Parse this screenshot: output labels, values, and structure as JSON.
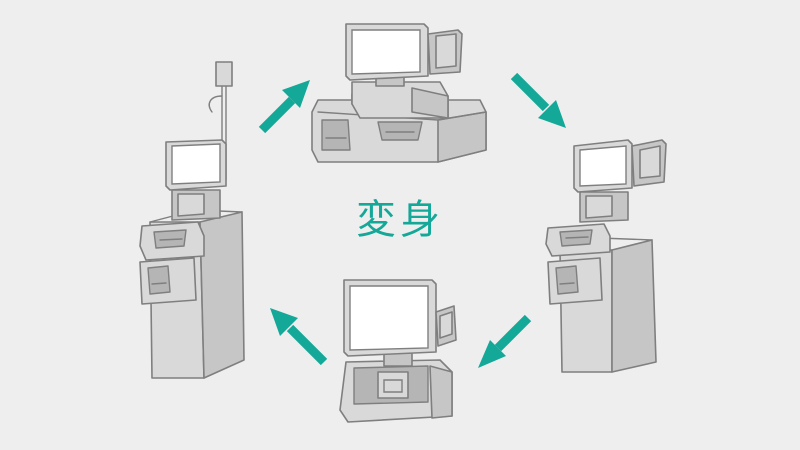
{
  "center_label": "変身",
  "colors": {
    "background": "#eeeeee",
    "accent": "#14a898",
    "machine_fill": "#d9d9d9",
    "machine_stroke": "#7f7f7f"
  },
  "diagram": {
    "type": "cycle",
    "nodes": [
      {
        "id": "countertop-kiosk",
        "kind": "wide countertop self-checkout terminal"
      },
      {
        "id": "floor-kiosk-right",
        "kind": "floor-standing kiosk with dual screen"
      },
      {
        "id": "compact-terminal",
        "kind": "compact terminal with monitor on base"
      },
      {
        "id": "pole-kiosk-left",
        "kind": "floor-standing kiosk with pole light"
      }
    ],
    "arrows": [
      {
        "from": "pole-kiosk-left",
        "to": "countertop-kiosk"
      },
      {
        "from": "countertop-kiosk",
        "to": "floor-kiosk-right"
      },
      {
        "from": "floor-kiosk-right",
        "to": "compact-terminal"
      },
      {
        "from": "compact-terminal",
        "to": "pole-kiosk-left"
      }
    ],
    "arrow_color": "#14a898"
  }
}
